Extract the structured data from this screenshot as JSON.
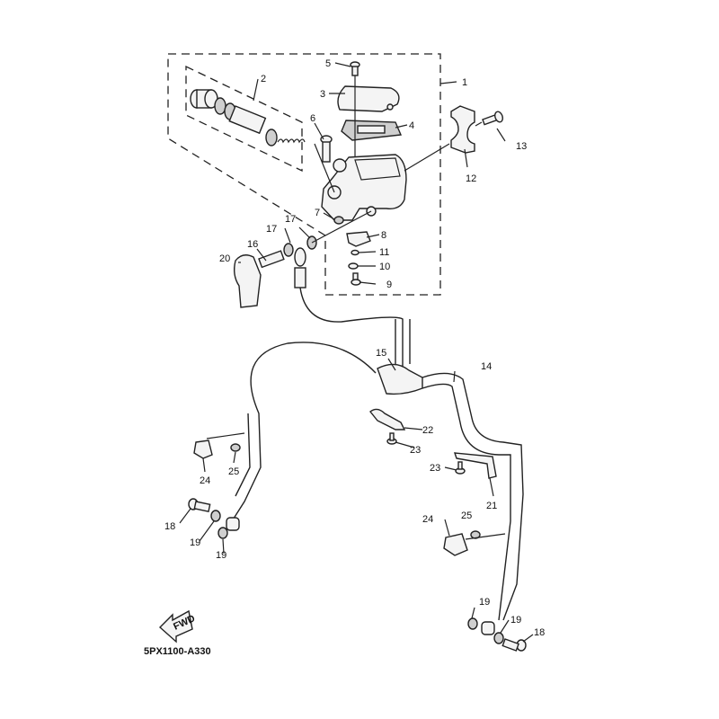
{
  "diagram": {
    "title_code": "5PX1100-A330",
    "fwd_label": "FWD",
    "callouts": [
      {
        "id": "c1",
        "label": "1"
      },
      {
        "id": "c2",
        "label": "2"
      },
      {
        "id": "c3",
        "label": "3"
      },
      {
        "id": "c4",
        "label": "4"
      },
      {
        "id": "c5",
        "label": "5"
      },
      {
        "id": "c6",
        "label": "6"
      },
      {
        "id": "c7",
        "label": "7"
      },
      {
        "id": "c8",
        "label": "8"
      },
      {
        "id": "c9",
        "label": "9"
      },
      {
        "id": "c10",
        "label": "10"
      },
      {
        "id": "c11",
        "label": "11"
      },
      {
        "id": "c12",
        "label": "12"
      },
      {
        "id": "c13",
        "label": "13"
      },
      {
        "id": "c14",
        "label": "14"
      },
      {
        "id": "c15",
        "label": "15"
      },
      {
        "id": "c16",
        "label": "16"
      },
      {
        "id": "c17a",
        "label": "17"
      },
      {
        "id": "c17b",
        "label": "17"
      },
      {
        "id": "c18a",
        "label": "18"
      },
      {
        "id": "c18b",
        "label": "18"
      },
      {
        "id": "c19a",
        "label": "19"
      },
      {
        "id": "c19b",
        "label": "19"
      },
      {
        "id": "c19c",
        "label": "19"
      },
      {
        "id": "c19d",
        "label": "19"
      },
      {
        "id": "c20",
        "label": "20"
      },
      {
        "id": "c21",
        "label": "21"
      },
      {
        "id": "c22",
        "label": "22"
      },
      {
        "id": "c23a",
        "label": "23"
      },
      {
        "id": "c23b",
        "label": "23"
      },
      {
        "id": "c24a",
        "label": "24"
      },
      {
        "id": "c24b",
        "label": "24"
      },
      {
        "id": "c25a",
        "label": "25"
      },
      {
        "id": "c25b",
        "label": "25"
      }
    ]
  }
}
